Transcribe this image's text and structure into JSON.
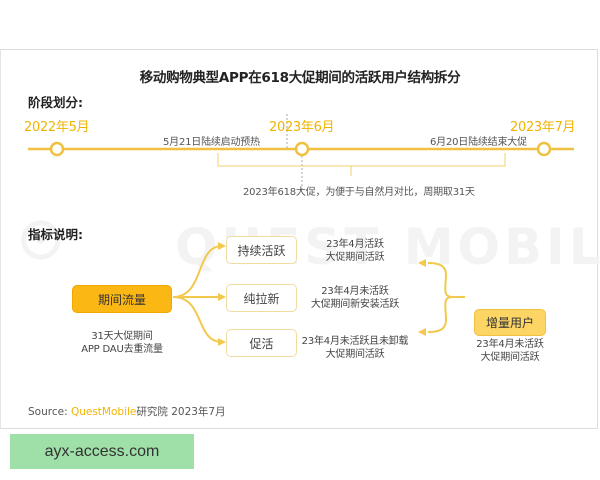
{
  "title": "移动购物典型APP在618大促期间的活跃用户结构拆分",
  "stage_section": {
    "label": "阶段划分:",
    "timeline": {
      "months": [
        "2022年5月",
        "2023年6月",
        "2023年7月"
      ],
      "events": [
        "5月21日陆续启动预热",
        "6月20日陆续结束大促"
      ],
      "note": "2023年618大促，为便于与自然月对比，周期取31天"
    }
  },
  "metric_section": {
    "label": "指标说明:",
    "main_node": {
      "label": "期间流量",
      "desc_line1": "31天大促期间",
      "desc_line2": "APP DAU去重流量"
    },
    "branches": [
      {
        "label": "持续活跃",
        "desc_line1": "23年4月活跃",
        "desc_line2": "大促期间活跃"
      },
      {
        "label": "纯拉新",
        "desc_line1": "23年4月未活跃",
        "desc_line2": "大促期间新安装活跃"
      },
      {
        "label": "促活",
        "desc_line1": "23年4月未活跃且未卸载",
        "desc_line2": "大促期间活跃"
      }
    ],
    "increment_node": {
      "label": "增量用户",
      "desc_line1": "23年4月未活跃",
      "desc_line2": "大促期间活跃"
    }
  },
  "watermark": "QUEST MOBILE",
  "source": {
    "prefix": "Source:",
    "brand": "QuestMobile",
    "suffix": "研究院 2023年7月"
  },
  "badge": "ayx-access.com",
  "colors": {
    "accent": "#f0b400",
    "main_node": "#fbb714",
    "increment_node": "#fcd565",
    "line": "#f2c94c"
  }
}
